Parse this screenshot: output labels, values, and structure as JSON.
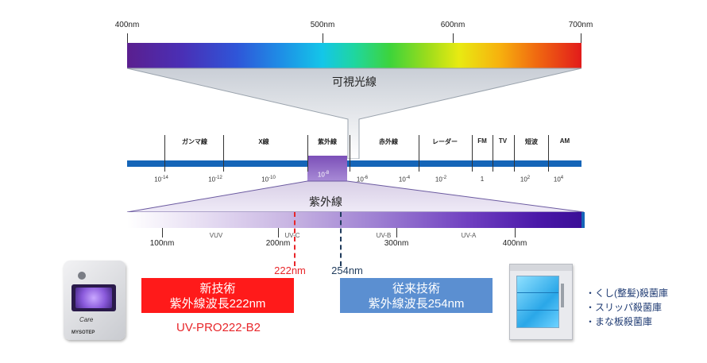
{
  "visible_spectrum": {
    "ticks": [
      "400nm",
      "500nm",
      "600nm",
      "700nm"
    ],
    "title": "可視光線"
  },
  "em_spectrum": {
    "bands": [
      "ガンマ線",
      "X線",
      "紫外線",
      "赤外線",
      "レーダー",
      "FM",
      "TV",
      "短波",
      "AM"
    ],
    "exponents": [
      "10-14",
      "10-12",
      "10-10",
      "10-8",
      "10-6",
      "10-4",
      "10-2",
      "1",
      "102",
      "104"
    ]
  },
  "uv_spectrum": {
    "title": "紫外線",
    "ticks": [
      "100nm",
      "200nm",
      "300nm",
      "400nm"
    ],
    "regions": [
      "VUV",
      "UV-C",
      "UV-B",
      "UV-A"
    ]
  },
  "markers": {
    "new_wavelength": "222nm",
    "old_wavelength": "254nm",
    "new_color": "#e8262a",
    "old_color": "#1f3b5c"
  },
  "new_tech": {
    "line1": "新技術",
    "line2": "紫外線波長222nm",
    "model": "UV-PRO222-B2",
    "color": "#ff1a1a"
  },
  "old_tech": {
    "line1": "従来技術",
    "line2": "紫外線波長254nm",
    "color": "#5b8fd1"
  },
  "device_left": {
    "brand": "Care",
    "maker": "MYSOTEP",
    "icon": "uv-lamp-device-icon"
  },
  "device_right": {
    "icon": "uv-sterilizer-cabinet-icon"
  },
  "uses": [
    "・くし(整髪)殺菌庫",
    "・スリッパ殺菌庫",
    "・まな板殺菌庫"
  ]
}
